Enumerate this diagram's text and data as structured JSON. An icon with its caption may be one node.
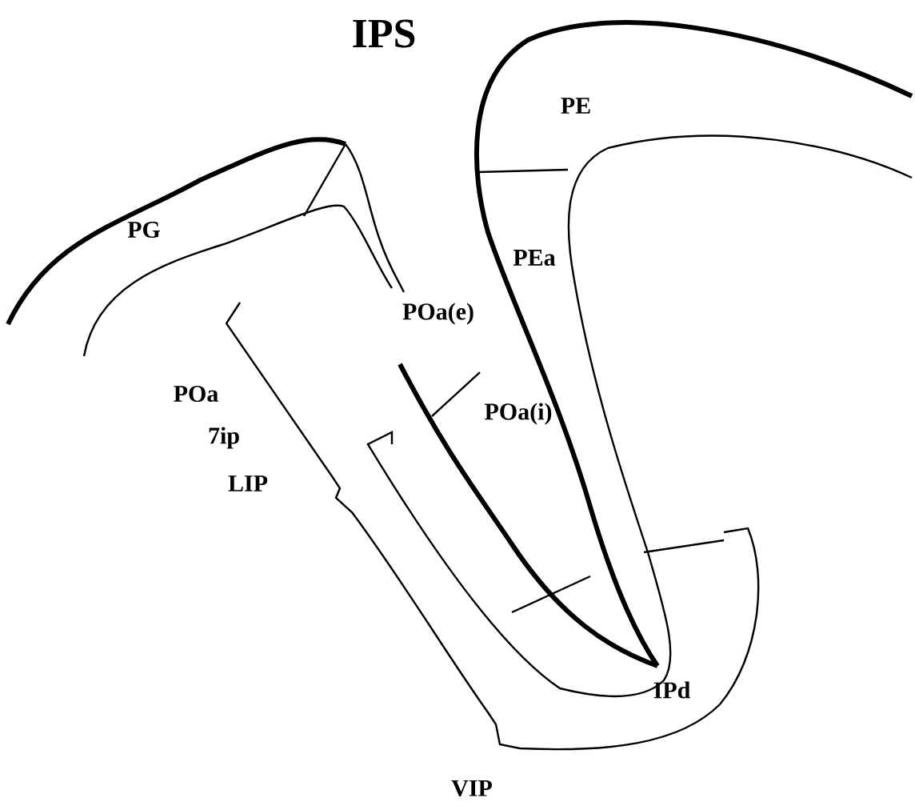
{
  "diagram": {
    "title": "IPS",
    "labels": [
      "PG",
      "PE",
      "PEa",
      "POa(e)",
      "POa",
      "7ip",
      "LIP",
      "POa(i)",
      "IPd",
      "VIP"
    ]
  }
}
